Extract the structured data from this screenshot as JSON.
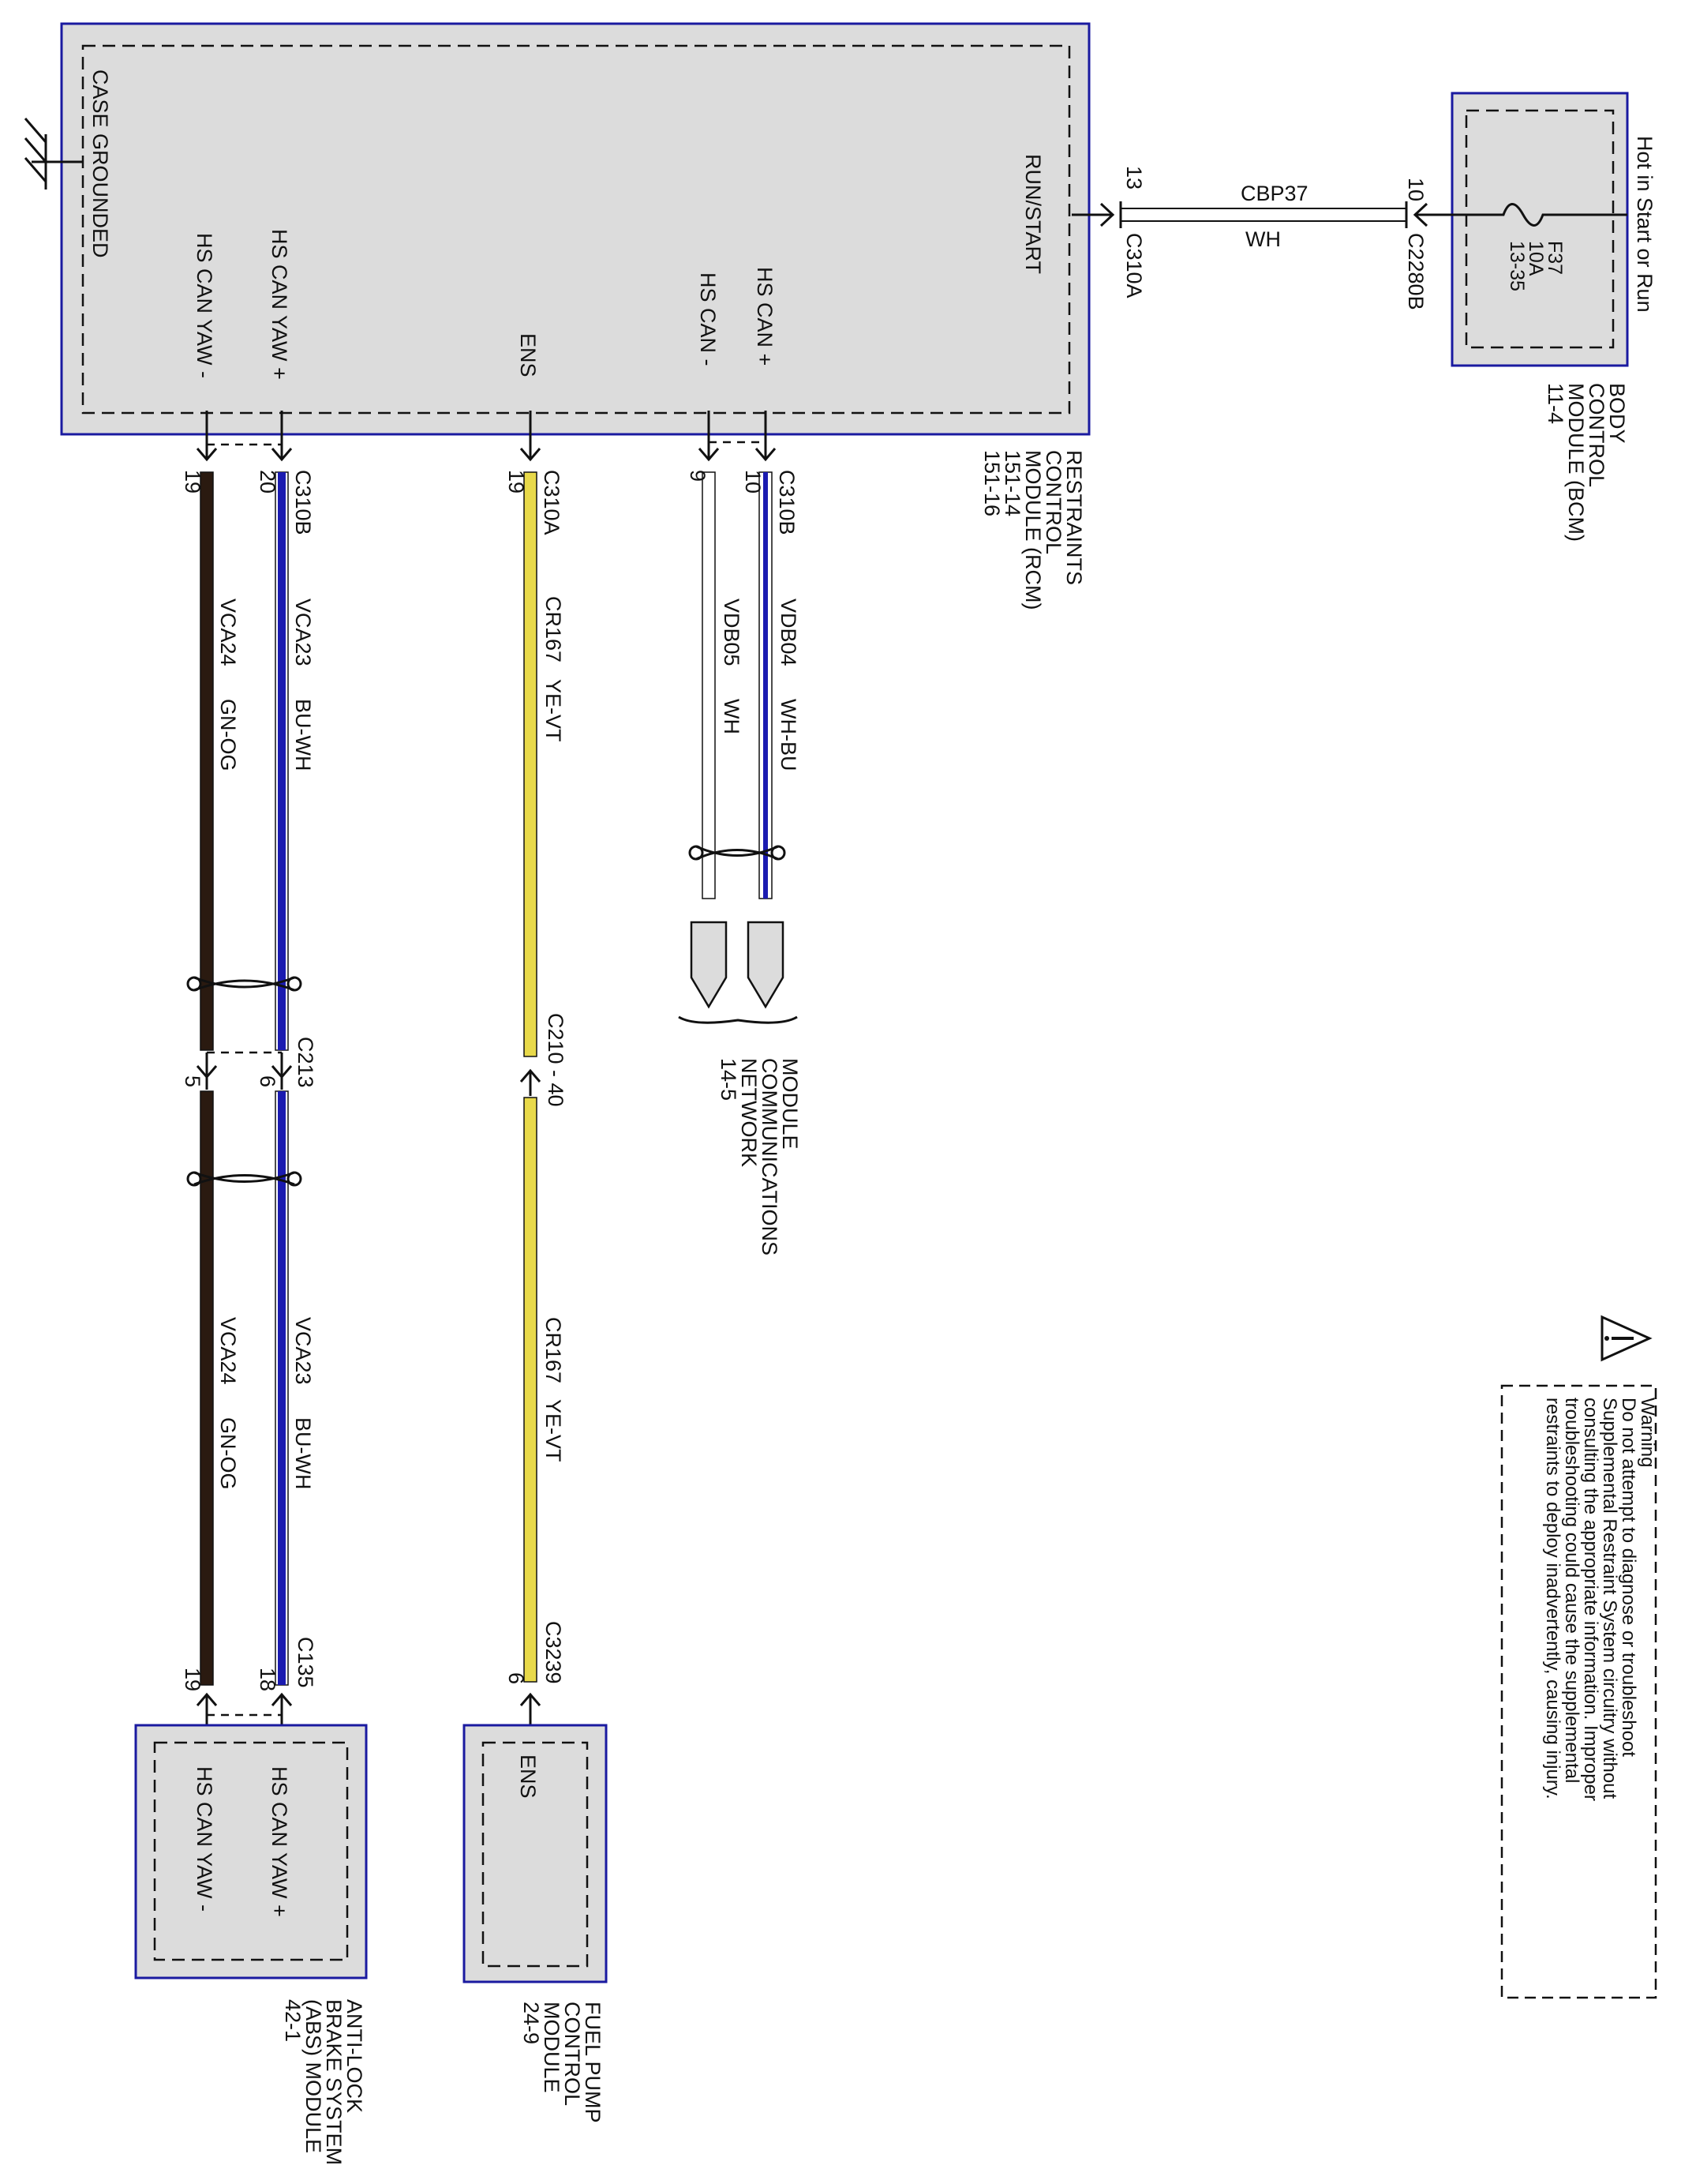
{
  "colors": {
    "module_fill": "#dcdcdc",
    "module_border": "#1a1aa0",
    "wire_black": "#111111",
    "wire_blue": "#1b1bb0",
    "wire_yellow": "#e8d94a",
    "wire_white": "#ffffff",
    "wire_green_og": "#2a1a10"
  },
  "modules": {
    "rcm": {
      "name_lines": [
        "RESTRAINTS",
        "CONTROL",
        "MODULE (RCM)",
        "151-14",
        "151-16"
      ],
      "pins": {
        "case_grounded": "CASE GROUNDED",
        "run_start": "RUN/START",
        "hs_can_plus": "HS CAN +",
        "hs_can_minus": "HS CAN -",
        "ens": "ENS",
        "yaw_plus": "HS CAN YAW +",
        "yaw_minus": "HS CAN YAW -"
      }
    },
    "bcm": {
      "name_lines": [
        "BODY",
        "CONTROL",
        "MODULE (BCM)",
        "11-4"
      ],
      "power_label": "Hot in Start or Run",
      "fuse_lines": [
        "F37",
        "10A",
        "13-35"
      ]
    },
    "fpcm": {
      "name_lines": [
        "FUEL PUMP",
        "CONTROL",
        "MODULE",
        "24-9"
      ],
      "pin_label": "ENS"
    },
    "abs": {
      "name_lines": [
        "ANTI-LOCK",
        "BRAKE SYSTEM",
        "(ABS) MODULE",
        "42-1"
      ],
      "yaw_plus": "HS CAN YAW +",
      "yaw_minus": "HS CAN YAW -"
    },
    "mcn": {
      "name_lines": [
        "MODULE",
        "COMMUNICATIONS",
        "NETWORK",
        "14-5"
      ]
    }
  },
  "power_circuit": {
    "rcm_pin": "13",
    "rcm_connector": "C310A",
    "circuit": "CBP37",
    "color": "WH",
    "bcm_pin": "10",
    "bcm_connector": "C2280B"
  },
  "connectors": {
    "can_c310b": "C310B",
    "ens_c310a": "C310A",
    "yaw_c310b": "C310B",
    "c213": "C213",
    "c210": "C210 - 40",
    "c135": "C135",
    "c3239": "C3239"
  },
  "wires": {
    "can_plus": {
      "pin": "10",
      "circuit": "VDB04",
      "color": "WH-BU"
    },
    "can_minus": {
      "pin": "9",
      "circuit": "VDB05",
      "color": "WH"
    },
    "ens_top": {
      "pin": "19",
      "circuit": "CR167",
      "color": "YE-VT"
    },
    "ens_bottom": {
      "pin": "6",
      "circuit": "CR167",
      "color": "YE-VT"
    },
    "yaw_plus_top": {
      "pin": "20",
      "circuit": "VCA23",
      "color": "BU-WH"
    },
    "yaw_minus_top": {
      "pin": "19",
      "circuit": "VCA24",
      "color": "GN-OG"
    },
    "yaw_plus_mid_pin": "6",
    "yaw_minus_mid_pin": "5",
    "yaw_plus_bottom": {
      "pin": "18",
      "circuit": "VCA23",
      "color": "BU-WH"
    },
    "yaw_minus_bottom": {
      "pin": "19",
      "circuit": "VCA24",
      "color": "GN-OG"
    }
  },
  "warning": {
    "title": "Warning",
    "lines": [
      "Do not attempt to diagnose or troubleshoot",
      "Supplemental Restraint System circuitry without",
      "consulting the appropriate information. Improper",
      "troubleshooting could cause the supplemental",
      "restraints to deploy inadvertently, causing injury."
    ]
  }
}
